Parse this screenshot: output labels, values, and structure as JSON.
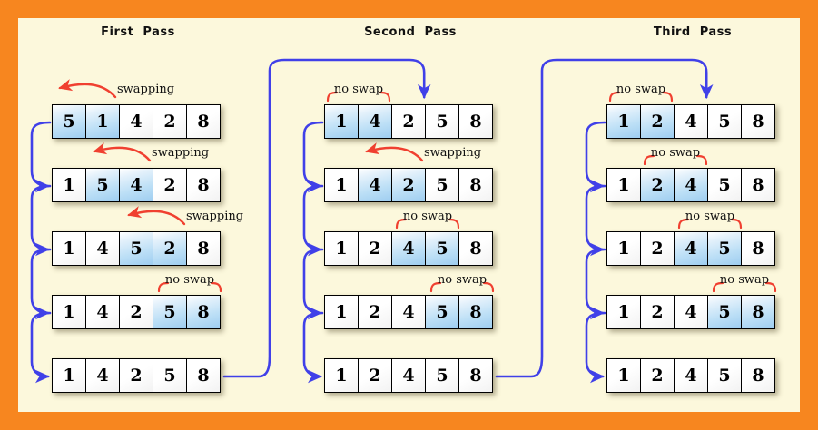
{
  "theme": {
    "border_color": "#F7861F",
    "background_color": "#FCF8DC",
    "connector_color": "#4040E8",
    "annotation_color": "#F04030",
    "highlight_color": "#BCDFF6",
    "cell_color": "#FFFFFF",
    "text_color": "#000000"
  },
  "labels": {
    "swapping": "swapping",
    "no_swap": "no swap"
  },
  "passes": [
    {
      "title": "First  Pass",
      "rows": [
        {
          "values": [
            "5",
            "1",
            "4",
            "2",
            "8"
          ],
          "highlight": [
            0,
            1
          ],
          "note": "swapping"
        },
        {
          "values": [
            "1",
            "5",
            "4",
            "2",
            "8"
          ],
          "highlight": [
            1,
            2
          ],
          "note": "swapping"
        },
        {
          "values": [
            "1",
            "4",
            "5",
            "2",
            "8"
          ],
          "highlight": [
            2,
            3
          ],
          "note": "swapping"
        },
        {
          "values": [
            "1",
            "4",
            "2",
            "5",
            "8"
          ],
          "highlight": [
            3,
            4
          ],
          "note": "no swap"
        },
        {
          "values": [
            "1",
            "4",
            "2",
            "5",
            "8"
          ],
          "highlight": [],
          "note": ""
        }
      ]
    },
    {
      "title": "Second  Pass",
      "rows": [
        {
          "values": [
            "1",
            "4",
            "2",
            "5",
            "8"
          ],
          "highlight": [
            0,
            1
          ],
          "note": "no swap"
        },
        {
          "values": [
            "1",
            "4",
            "2",
            "5",
            "8"
          ],
          "highlight": [
            1,
            2
          ],
          "note": "swapping"
        },
        {
          "values": [
            "1",
            "2",
            "4",
            "5",
            "8"
          ],
          "highlight": [
            2,
            3
          ],
          "note": "no swap"
        },
        {
          "values": [
            "1",
            "2",
            "4",
            "5",
            "8"
          ],
          "highlight": [
            3,
            4
          ],
          "note": "no swap"
        },
        {
          "values": [
            "1",
            "2",
            "4",
            "5",
            "8"
          ],
          "highlight": [],
          "note": ""
        }
      ]
    },
    {
      "title": "Third  Pass",
      "rows": [
        {
          "values": [
            "1",
            "2",
            "4",
            "5",
            "8"
          ],
          "highlight": [
            0,
            1
          ],
          "note": "no swap"
        },
        {
          "values": [
            "1",
            "2",
            "4",
            "5",
            "8"
          ],
          "highlight": [
            1,
            2
          ],
          "note": "no swap"
        },
        {
          "values": [
            "1",
            "2",
            "4",
            "5",
            "8"
          ],
          "highlight": [
            2,
            3
          ],
          "note": "no swap"
        },
        {
          "values": [
            "1",
            "2",
            "4",
            "5",
            "8"
          ],
          "highlight": [
            3,
            4
          ],
          "note": "no swap"
        },
        {
          "values": [
            "1",
            "2",
            "4",
            "5",
            "8"
          ],
          "highlight": [],
          "note": ""
        }
      ]
    }
  ]
}
